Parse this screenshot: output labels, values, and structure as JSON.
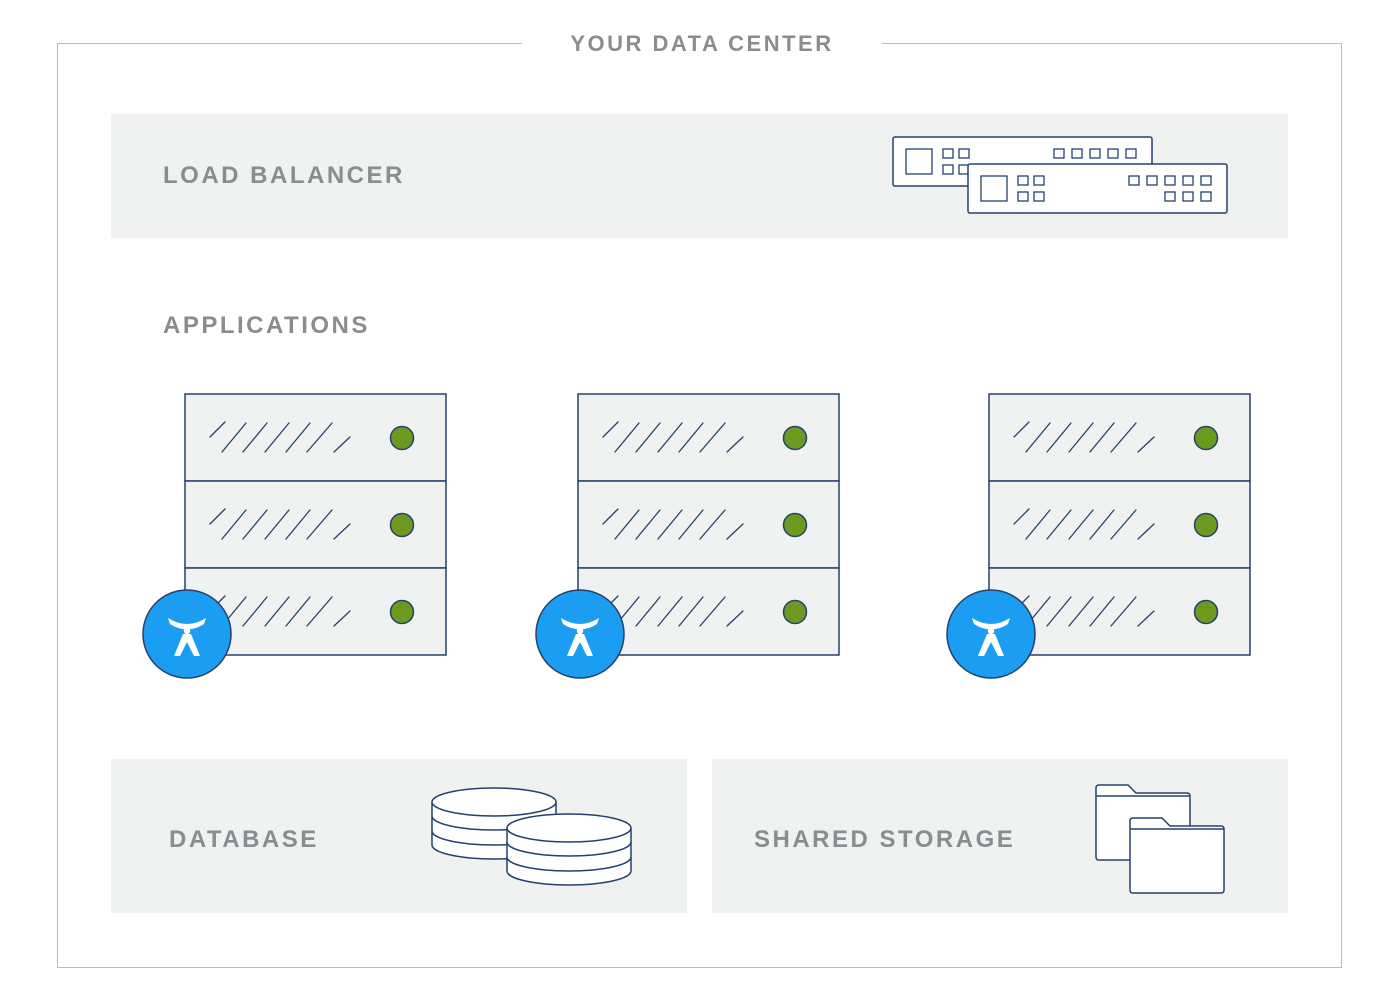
{
  "title": "YOUR DATA CENTER",
  "load_balancer": {
    "label": "LOAD BALANCER",
    "icon": "load-balancer-icon"
  },
  "applications": {
    "label": "APPLICATIONS",
    "nodes": [
      {
        "icon": "server-rack-icon",
        "badge_icon": "atlassian-logo-icon",
        "status_color": "#6b9a1f"
      },
      {
        "icon": "server-rack-icon",
        "badge_icon": "atlassian-logo-icon",
        "status_color": "#6b9a1f"
      },
      {
        "icon": "server-rack-icon",
        "badge_icon": "atlassian-logo-icon",
        "status_color": "#6b9a1f"
      }
    ]
  },
  "database": {
    "label": "DATABASE",
    "icon": "database-stack-icon"
  },
  "shared_storage": {
    "label": "SHARED STORAGE",
    "icon": "folders-icon"
  },
  "colors": {
    "panel": "#f0f1f1",
    "outline": "#26416b",
    "text": "#8a8d90",
    "badge": "#1b9ef2",
    "status": "#6b9a1f"
  }
}
